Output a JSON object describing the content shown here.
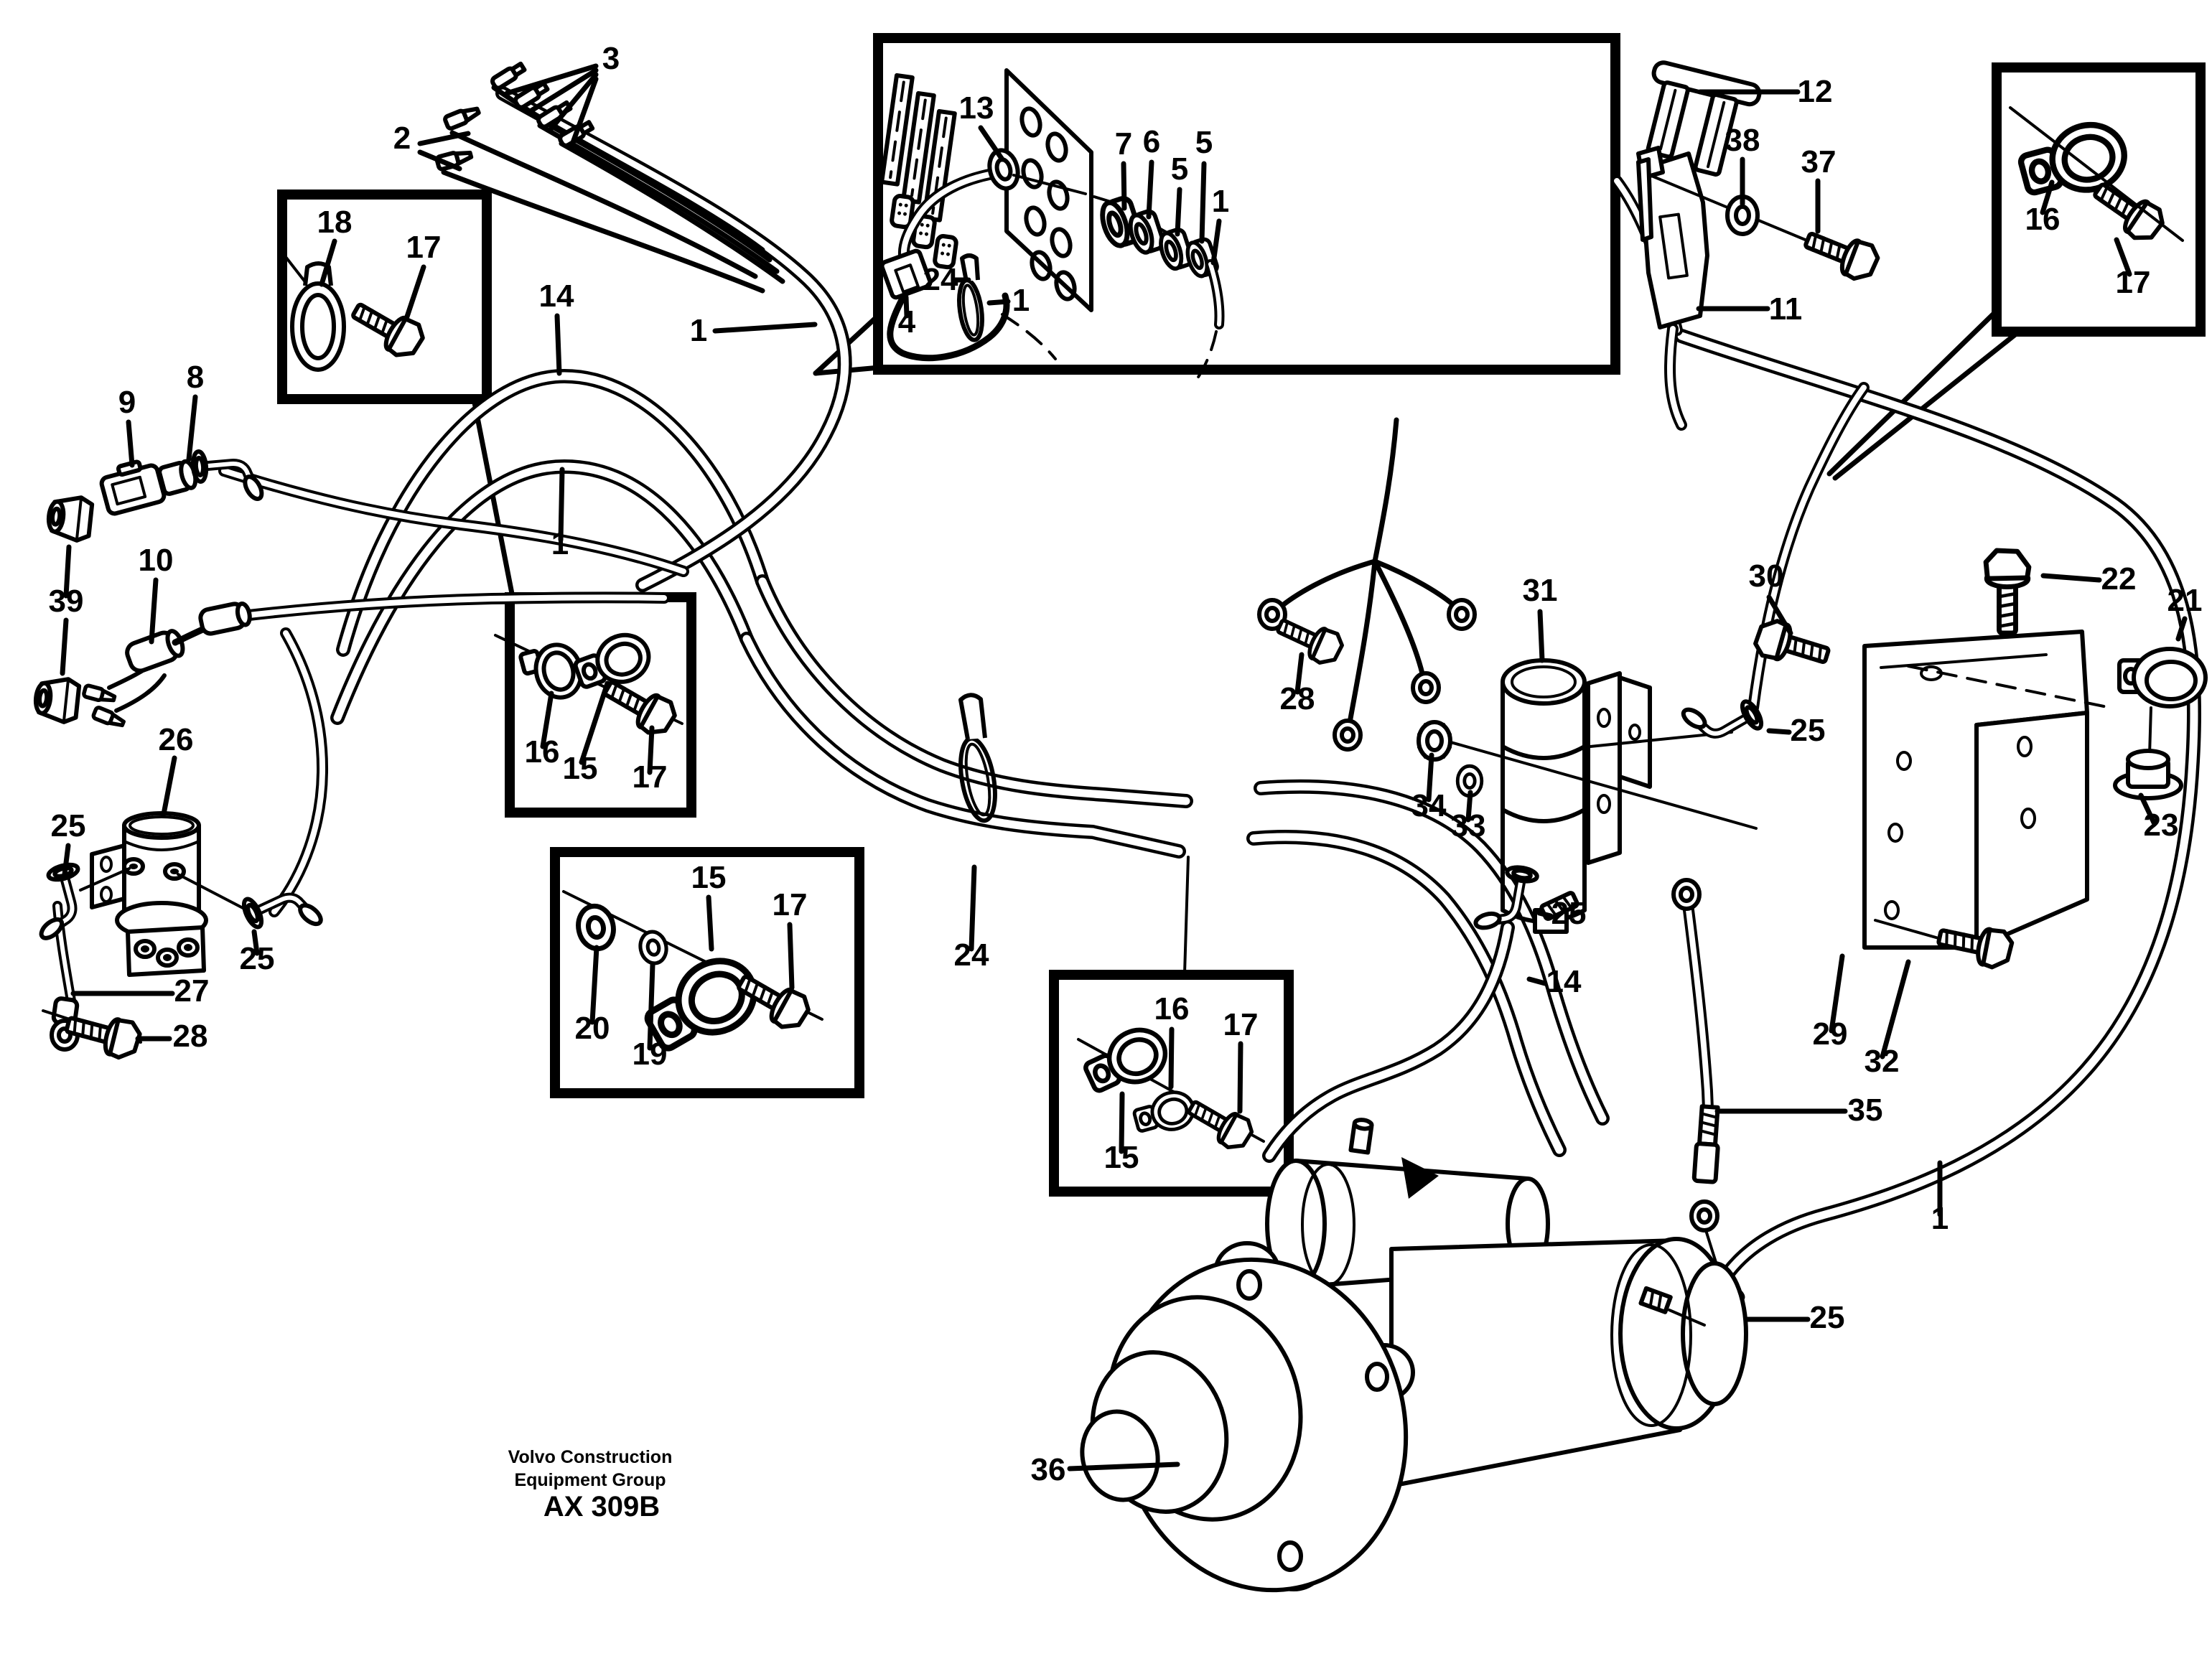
{
  "figure": {
    "brand_line1": "Volvo Construction",
    "brand_line2": "Equipment Group",
    "figure_code": "AX 309B"
  },
  "callouts": [
    {
      "label": "2",
      "part": "flat-wire-terminals"
    },
    {
      "label": "3",
      "part": "round-wire-terminals"
    },
    {
      "label": "18",
      "part": "protective-cap"
    },
    {
      "label": "17",
      "part": "flange-screw"
    },
    {
      "label": "13",
      "part": "grommet"
    },
    {
      "label": "7",
      "part": "bushing"
    },
    {
      "label": "6",
      "part": "bushing"
    },
    {
      "label": "5",
      "part": "bushing"
    },
    {
      "label": "5",
      "part": "bushing"
    },
    {
      "label": "1",
      "part": "cable-harness"
    },
    {
      "label": "4",
      "part": "connector"
    },
    {
      "label": "24",
      "part": "cable-tie"
    },
    {
      "label": "1",
      "part": "cable-harness"
    },
    {
      "label": "12",
      "part": "fuse"
    },
    {
      "label": "38",
      "part": "washer"
    },
    {
      "label": "37",
      "part": "flange-screw"
    },
    {
      "label": "11",
      "part": "fuse-holder"
    },
    {
      "label": "16",
      "part": "clamp"
    },
    {
      "label": "17",
      "part": "flange-screw"
    },
    {
      "label": "14",
      "part": "cable"
    },
    {
      "label": "1",
      "part": "cable-harness"
    },
    {
      "label": "1",
      "part": "cable-harness"
    },
    {
      "label": "9",
      "part": "connector-housing"
    },
    {
      "label": "8",
      "part": "elbow-sleeve"
    },
    {
      "label": "39",
      "part": "plug"
    },
    {
      "label": "10",
      "part": "cable-with-connector"
    },
    {
      "label": "16",
      "part": "hose-clamp"
    },
    {
      "label": "15",
      "part": "p-clamp"
    },
    {
      "label": "17",
      "part": "flange-screw"
    },
    {
      "label": "26",
      "part": "pump-unit"
    },
    {
      "label": "25",
      "part": "elbow-nipple"
    },
    {
      "label": "25",
      "part": "elbow-nipple"
    },
    {
      "label": "27",
      "part": "pipe"
    },
    {
      "label": "28",
      "part": "flange-screw"
    },
    {
      "label": "20",
      "part": "washer"
    },
    {
      "label": "19",
      "part": "washer"
    },
    {
      "label": "15",
      "part": "p-clamp"
    },
    {
      "label": "17",
      "part": "flange-screw"
    },
    {
      "label": "24",
      "part": "cable-tie"
    },
    {
      "label": "16",
      "part": "p-clamp"
    },
    {
      "label": "17",
      "part": "flange-screw"
    },
    {
      "label": "15",
      "part": "p-clamp"
    },
    {
      "label": "28",
      "part": "flange-screw"
    },
    {
      "label": "31",
      "part": "element-heater"
    },
    {
      "label": "34",
      "part": "nut"
    },
    {
      "label": "33",
      "part": "washer"
    },
    {
      "label": "30",
      "part": "flange-screw"
    },
    {
      "label": "22",
      "part": "flange-screw"
    },
    {
      "label": "21",
      "part": "clamp"
    },
    {
      "label": "23",
      "part": "nut"
    },
    {
      "label": "25",
      "part": "elbow-nipple"
    },
    {
      "label": "25",
      "part": "elbow-nipple"
    },
    {
      "label": "14",
      "part": "hose"
    },
    {
      "label": "29",
      "part": "bracket"
    },
    {
      "label": "32",
      "part": "flange-screw"
    },
    {
      "label": "35",
      "part": "battery-cable"
    },
    {
      "label": "1",
      "part": "cable-harness"
    },
    {
      "label": "25",
      "part": "elbow-nipple"
    },
    {
      "label": "36",
      "part": "starter-motor"
    }
  ]
}
